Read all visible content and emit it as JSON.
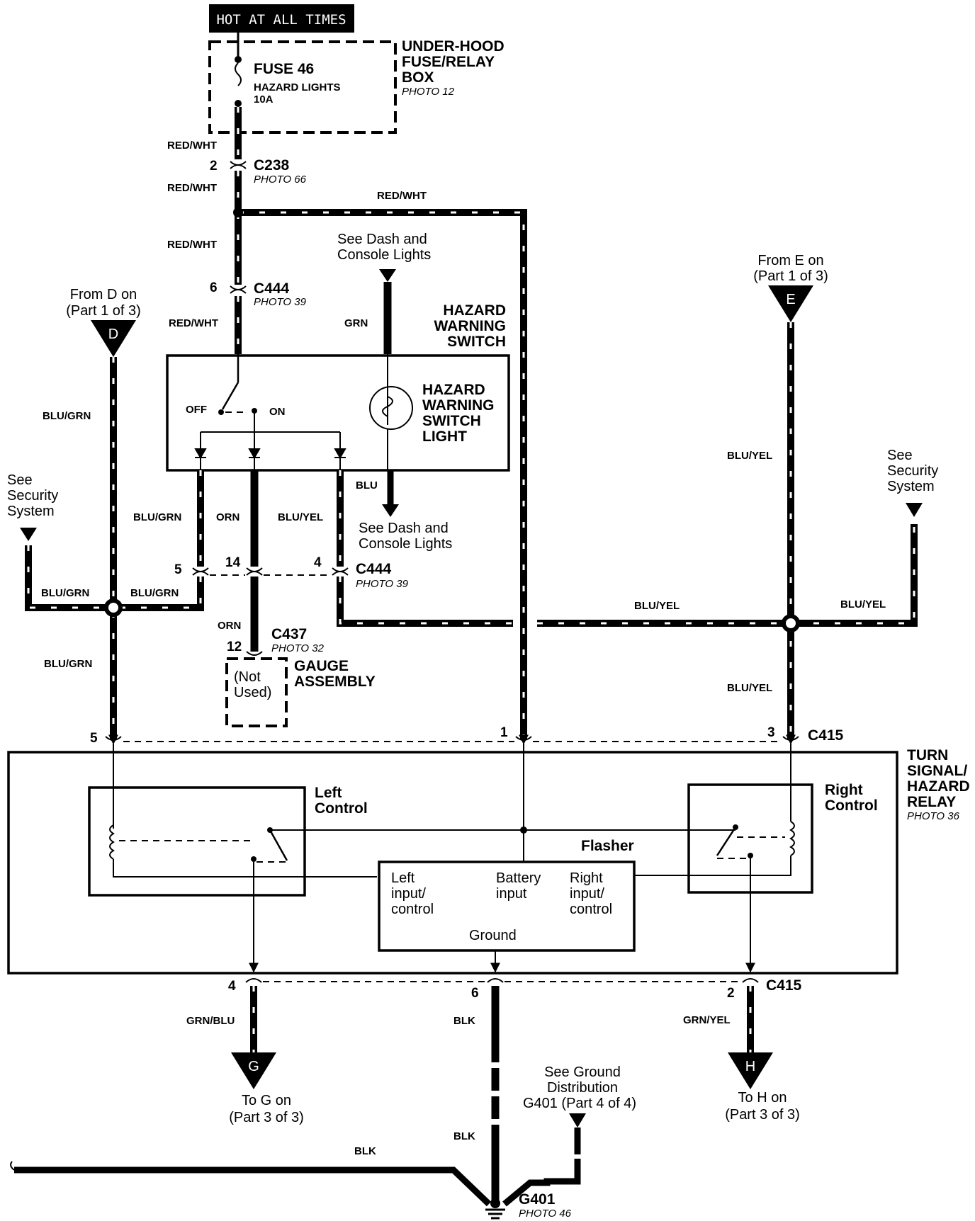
{
  "banner": "HOT AT ALL TIMES",
  "fuse_box": {
    "fuse": "FUSE 46",
    "function": "HAZARD LIGHTS",
    "rating": "10A",
    "label": [
      "UNDER-HOOD",
      "FUSE/RELAY",
      "BOX"
    ],
    "photo": "PHOTO 12"
  },
  "wires": {
    "red_wht": "RED/WHT",
    "grn": "GRN",
    "blu": "BLU",
    "blu_grn": "BLU/GRN",
    "blu_yel": "BLU/YEL",
    "orn": "ORN",
    "grn_blu": "GRN/BLU",
    "grn_yel": "GRN/YEL",
    "blk": "BLK"
  },
  "connectors": {
    "c238": {
      "name": "C238",
      "photo": "PHOTO 66",
      "pin": "2"
    },
    "c444_top": {
      "name": "C444",
      "photo": "PHOTO 39",
      "pin": "6"
    },
    "c444_bottom": {
      "name": "C444",
      "photo": "PHOTO 39",
      "pins": [
        "5",
        "14",
        "4"
      ]
    },
    "c437": {
      "name": "C437",
      "photo": "PHOTO 32",
      "pin": "12"
    },
    "c415_top": {
      "name": "C415",
      "pins": [
        "5",
        "1",
        "3"
      ]
    },
    "c415_bottom": {
      "name": "C415",
      "pins": [
        "4",
        "6",
        "2"
      ]
    }
  },
  "hazard_switch": {
    "title": [
      "HAZARD",
      "WARNING",
      "SWITCH"
    ],
    "light": [
      "HAZARD",
      "WARNING",
      "SWITCH",
      "LIGHT"
    ],
    "off": "OFF",
    "on": "ON"
  },
  "refs": {
    "dash_top": [
      "See Dash and",
      "Console Lights"
    ],
    "dash_bottom": [
      "See Dash and",
      "Console Lights"
    ],
    "from_d": [
      "From D on",
      "(Part 1 of 3)"
    ],
    "from_e": [
      "From E on",
      "(Part 1 of 3)"
    ],
    "security_left": [
      "See",
      "Security",
      "System"
    ],
    "security_right": [
      "See",
      "Security",
      "System"
    ],
    "to_g": [
      "To G  on",
      "(Part 3 of 3)"
    ],
    "to_h": [
      "To H on",
      "(Part 3 of 3)"
    ],
    "ground_dist": [
      "See Ground",
      "Distribution",
      "G401 (Part 4 of 4)"
    ]
  },
  "letters": {
    "d": "D",
    "e": "E",
    "g": "G",
    "h": "H"
  },
  "gauge": {
    "label": [
      "GAUGE",
      "ASSEMBLY"
    ],
    "not_used": [
      "(Not",
      "Used)"
    ]
  },
  "relay": {
    "title": [
      "TURN",
      "SIGNAL/",
      "HAZARD",
      "RELAY"
    ],
    "photo": "PHOTO 36",
    "left_control": [
      "Left",
      "Control"
    ],
    "right_control": [
      "Right",
      "Control"
    ],
    "flasher": "Flasher",
    "left_input": [
      "Left",
      "input/",
      "control"
    ],
    "battery_input": [
      "Battery",
      "input"
    ],
    "right_input": [
      "Right",
      "input/",
      "control"
    ],
    "ground": "Ground"
  },
  "ground": {
    "name": "G401",
    "photo": "PHOTO 46"
  }
}
